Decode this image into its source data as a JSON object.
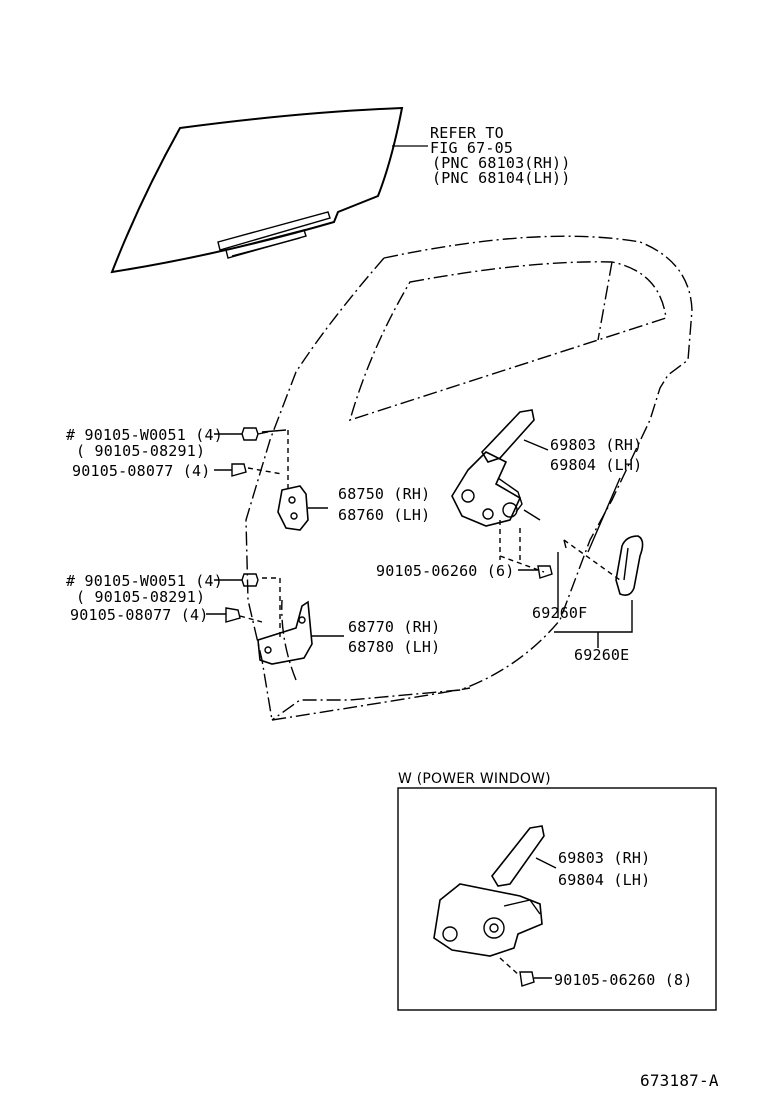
{
  "glass_ref": {
    "line1": "REFER TO",
    "line2": "FIG 67-05",
    "line3": "(PNC 68103(RH))",
    "line4": "(PNC 68104(LH))"
  },
  "upper_hinge": {
    "bolt_a": "# 90105-W0051 (4)",
    "bolt_a_alt": "( 90105-08291)",
    "bolt_b": "90105-08077 (4)",
    "part_rh": "68750 (RH)",
    "part_lh": "68760 (LH)"
  },
  "lower_hinge": {
    "bolt_a": "# 90105-W0051 (4)",
    "bolt_a_alt": "( 90105-08291)",
    "bolt_b": "90105-08077 (4)",
    "part_rh": "68770 (RH)",
    "part_lh": "68780 (LH)"
  },
  "regulator": {
    "part_rh": "69803 (RH)",
    "part_lh": "69804 (LH)",
    "bolt": "90105-06260 (6)"
  },
  "handle": {
    "part_f": "69260F",
    "part_e": "69260E"
  },
  "power_window": {
    "title": "W (POWER WINDOW)",
    "part_rh": "69803 (RH)",
    "part_lh": "69804 (LH)",
    "bolt": "90105-06260 (8)"
  },
  "figure_id": "673187-A"
}
